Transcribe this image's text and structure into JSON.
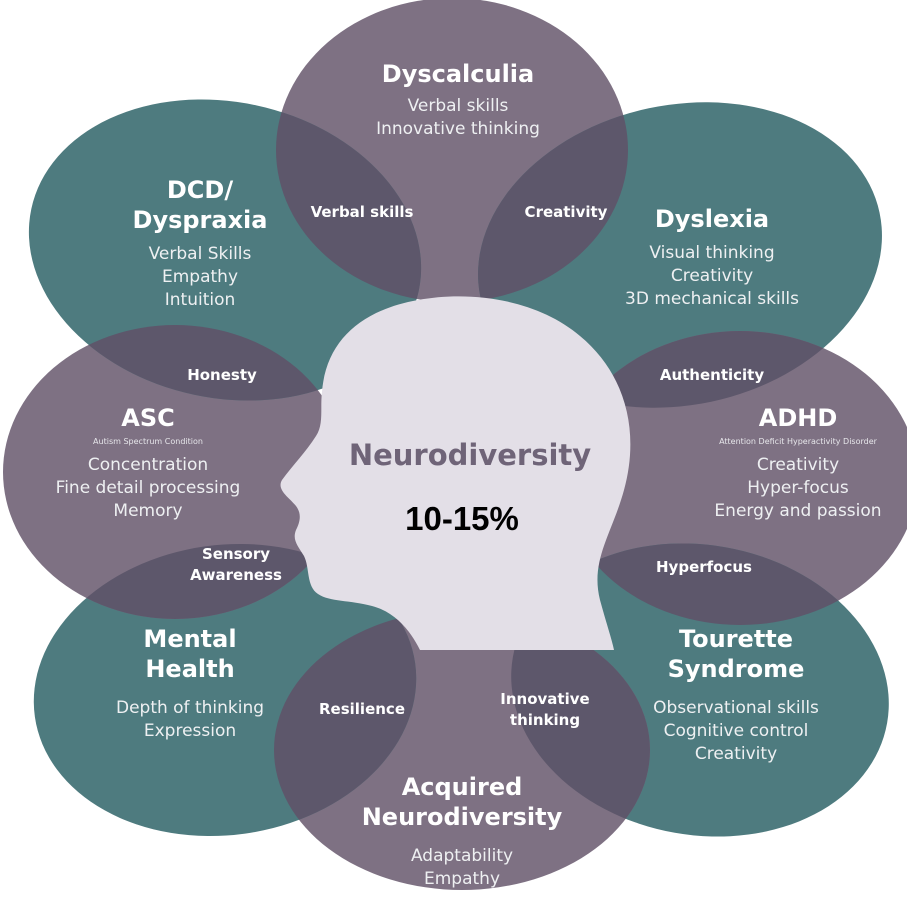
{
  "center": {
    "title": "Neurodiversity",
    "stat": "10-15%"
  },
  "colors": {
    "purple": "#7e7183",
    "teal": "#4e7b7f",
    "overlap": "#5d576b",
    "head": "#e3dfe7",
    "center_text": "#6f6478"
  },
  "petals": {
    "dyscalculia": {
      "title": [
        "Dyscalculia"
      ],
      "lines": [
        "Verbal skills",
        "Innovative thinking"
      ]
    },
    "dyslexia": {
      "title": [
        "Dyslexia"
      ],
      "lines": [
        "Visual thinking",
        "Creativity",
        "3D mechanical skills"
      ]
    },
    "adhd": {
      "title": [
        "ADHD"
      ],
      "subtitle": "Attention Deficit Hyperactivity Disorder",
      "lines": [
        "Creativity",
        "Hyper-focus",
        "Energy and passion"
      ]
    },
    "tourette": {
      "title": [
        "Tourette",
        "Syndrome"
      ],
      "lines": [
        "Observational skills",
        "Cognitive control",
        "Creativity"
      ]
    },
    "acquired": {
      "title": [
        "Acquired",
        "Neurodiversity"
      ],
      "lines": [
        "Adaptability",
        "Empathy"
      ]
    },
    "mental_health": {
      "title": [
        "Mental",
        "Health"
      ],
      "lines": [
        "Depth of thinking",
        "Expression"
      ]
    },
    "asc": {
      "title": [
        "ASC"
      ],
      "subtitle": "Autism Spectrum Condition",
      "lines": [
        "Concentration",
        "Fine detail processing",
        "Memory"
      ]
    },
    "dcd": {
      "title": [
        "DCD/",
        "Dyspraxia"
      ],
      "lines": [
        "Verbal Skills",
        "Empathy",
        "Intuition"
      ]
    }
  },
  "shared": {
    "verbal_skills": [
      "Verbal skills"
    ],
    "creativity": [
      "Creativity"
    ],
    "authenticity": [
      "Authenticity"
    ],
    "hyperfocus": [
      "Hyperfocus"
    ],
    "innovative_thinking": [
      "Innovative",
      "thinking"
    ],
    "resilience": [
      "Resilience"
    ],
    "sensory_awareness": [
      "Sensory",
      "Awareness"
    ],
    "honesty": [
      "Honesty"
    ]
  }
}
